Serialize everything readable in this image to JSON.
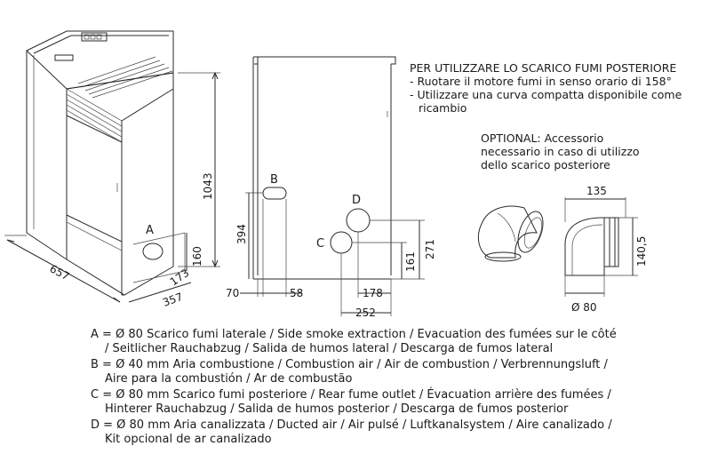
{
  "notes": {
    "rear_title": "PER UTILIZZARE LO SCARICO FUMI POSTERIORE",
    "rear_line1": "- Ruotare il motore fumi  in senso orario di 158°",
    "rear_line2": "- Utilizzare una curva compatta disponibile come",
    "rear_line3": "ricambio",
    "optional1": "OPTIONAL: Accessorio",
    "optional2": "necessario in caso di utilizzo",
    "optional3": "dello scarico posteriore"
  },
  "labels": {
    "a": "A",
    "b": "B",
    "c": "C",
    "d": "D"
  },
  "dims": {
    "height": "1043",
    "width_side": "657",
    "depth": "357",
    "a_offset": "173",
    "a_height": "160",
    "b_height": "394",
    "rear_left": "70",
    "b_offset": "58",
    "c_offset": "178",
    "d_offset": "252",
    "c_height": "161",
    "d_height": "271",
    "elbow_width": "135",
    "elbow_height": "140,5",
    "elbow_diam": "Ø 80"
  },
  "legend": [
    "A = Ø 80 Scarico fumi laterale / Side smoke extraction / Evacuation des fumées sur le côté",
    "/ Seitlicher Rauchabzug / Salida de humos lateral / Descarga de fumos lateral",
    "B = Ø 40 mm Aria combustione / Combustion air / Air de combustion / Verbrennungsluft /",
    "Aire para la combustión / Ar de combustão",
    "C = Ø 80 mm Scarico fumi posteriore / Rear fume outlet / Évacuation arrière des fumées /",
    "Hinterer Rauchabzug / Salida de humos posterior / Descarga de fumos posterior",
    "D = Ø 80 mm Aria canalizzata / Ducted air / Air pulsé / Luftkanalsystem / Aire canalizado /",
    "Kit opcional de ar canalizado"
  ]
}
